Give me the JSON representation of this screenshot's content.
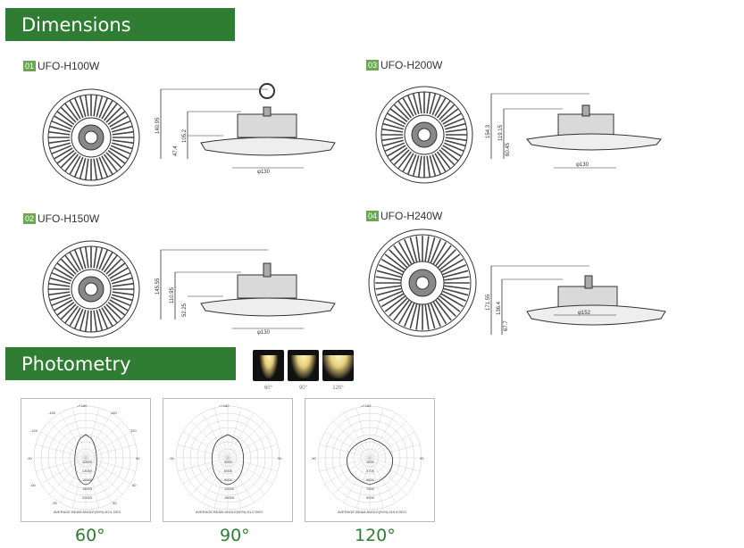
{
  "sections": {
    "dimensions": "Dimensions",
    "photometry": "Photometry"
  },
  "models": [
    {
      "num": "01",
      "name": "UFO-H100W",
      "diameter_label": "φ130",
      "dims": [
        "140.95",
        "105.2",
        "47.4"
      ]
    },
    {
      "num": "02",
      "name": "UFO-H150W",
      "diameter_label": "φ130",
      "dims": [
        "145.55",
        "110.95",
        "52.25"
      ]
    },
    {
      "num": "03",
      "name": "UFO-H200W",
      "diameter_label": "φ130",
      "dims": [
        "154.3",
        "119.15",
        "60.45"
      ]
    },
    {
      "num": "04",
      "name": "UFO-H240W",
      "diameter_label": "φ152",
      "dims": [
        "171.55",
        "136.4",
        "67.7"
      ]
    }
  ],
  "beams": [
    {
      "label": "60°"
    },
    {
      "label": "90°"
    },
    {
      "label": "120°"
    }
  ],
  "polar_scale": {
    "top": "-/+180",
    "tl": "-150",
    "tr": "150",
    "ml": "-120",
    "mr": "120",
    "l": "-90",
    "r": "90",
    "bl": "-60",
    "br": "60",
    "bbl": "-30",
    "bbr": "30"
  },
  "panels": [
    {
      "rings": [
        "10000",
        "13000",
        "16000",
        "18000",
        "20000"
      ],
      "caption": "AVERAGE BEAM ANGLE(50%):61.6 DEG"
    },
    {
      "rings": [
        "3000",
        "6000",
        "9000",
        "12000",
        "15000"
      ],
      "caption": "AVERAGE BEAM ANGLE(50%):91.0 DEG"
    },
    {
      "rings": [
        "1500",
        "3700",
        "5600",
        "7500",
        "9000"
      ],
      "caption": "AVERAGE BEAM ANGLE(50%):119.8 DEG"
    }
  ],
  "angles": [
    "60°",
    "90°",
    "120°"
  ]
}
